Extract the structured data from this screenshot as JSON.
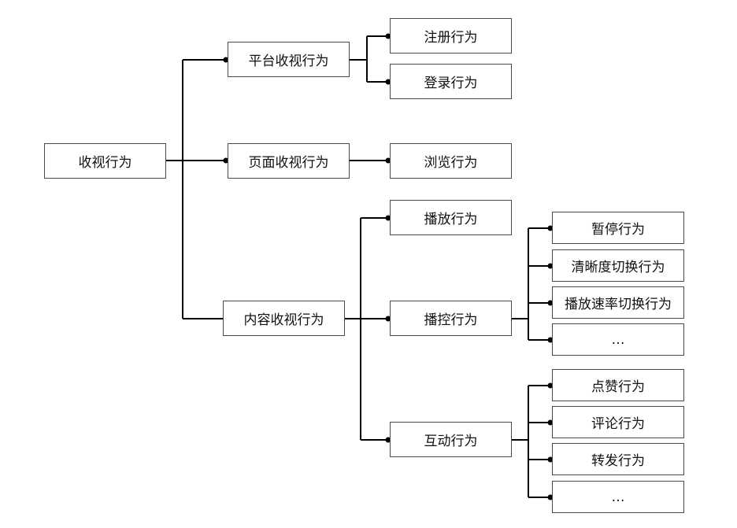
{
  "diagram": {
    "root": "收视行为",
    "level1": {
      "platform": "平台收视行为",
      "page": "页面收视行为",
      "content": "内容收视行为"
    },
    "platform_children": {
      "register": "注册行为",
      "login": "登录行为"
    },
    "page_children": {
      "browse": "浏览行为"
    },
    "content_children": {
      "play": "播放行为",
      "play_control": "播控行为",
      "interaction": "互动行为"
    },
    "play_control_children": {
      "pause": "暂停行为",
      "resolution_switch": "清晰度切换行为",
      "speed_switch": "播放速率切换行为",
      "more": "…"
    },
    "interaction_children": {
      "like": "点赞行为",
      "comment": "评论行为",
      "share": "转发行为",
      "more": "…"
    }
  }
}
